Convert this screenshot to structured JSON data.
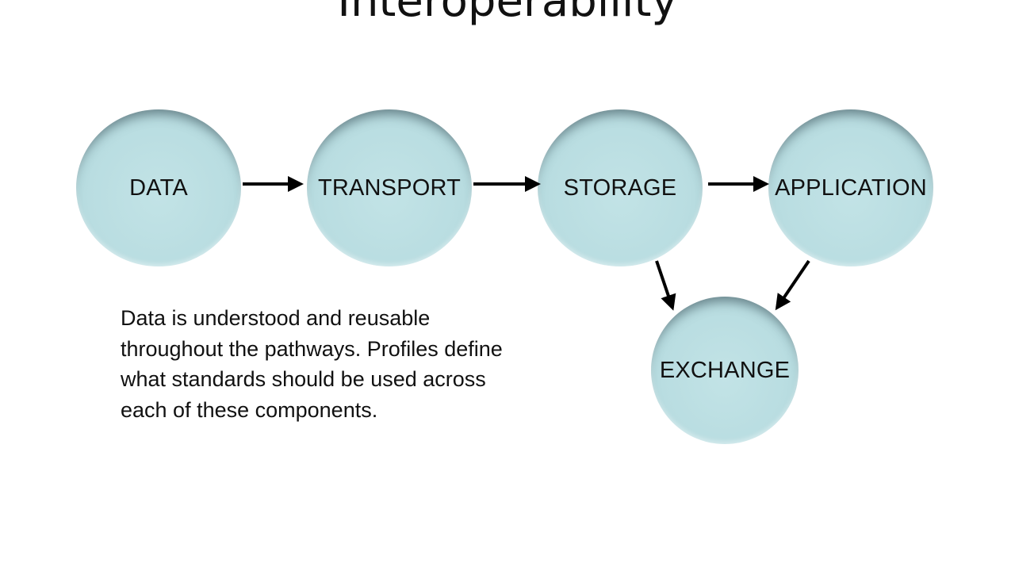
{
  "slide": {
    "title": "Interoperability",
    "nodes": {
      "data": "DATA",
      "transport": "TRANSPORT",
      "storage": "STORAGE",
      "application": "APPLICATION",
      "exchange": "EXCHANGE"
    },
    "description": "Data is understood and reusable throughout the pathways. Profiles define what standards should be used across each of these components."
  },
  "colors": {
    "node_fill": "#b9dde1",
    "text": "#111111",
    "arrow": "#000000",
    "background": "#ffffff"
  },
  "icons": [
    "arrow-right-icon",
    "arrow-down-left-icon",
    "arrow-down-right-icon"
  ]
}
